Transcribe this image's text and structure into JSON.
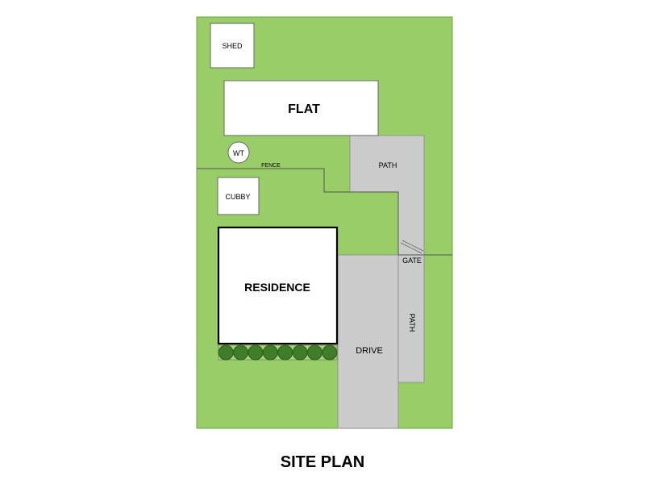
{
  "title": "SITE PLAN",
  "labels": {
    "shed": "SHED",
    "flat": "FLAT",
    "wt": "WT",
    "fence": "FENCE",
    "path_top": "PATH",
    "cubby": "CUBBY",
    "residence": "RESIDENCE",
    "gate": "GATE",
    "path_side": "PATH",
    "drive": "DRIVE"
  },
  "colors": {
    "lawn": "#98cd68",
    "paving": "#cbcbcb",
    "building": "#ffffff",
    "outline": "#555555",
    "hedge": "#3f7d2a",
    "hedge_dark": "#2e5d1e"
  },
  "hedge": {
    "shrub_count": 8
  }
}
